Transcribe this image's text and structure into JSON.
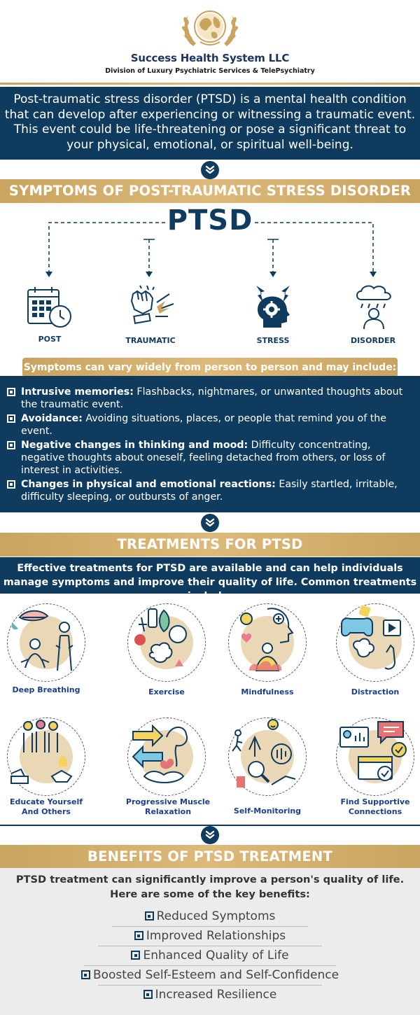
{
  "header": {
    "company": "Success Health System LLC",
    "division": "Division of Luxury Psychiatric Services & TelePsychiatry"
  },
  "intro": {
    "text": "Post-traumatic stress disorder (PTSD) is a mental health condition that can develop after experiencing or witnessing a traumatic event. This event could be life-threatening or pose a significant threat to your physical, emotional, or spiritual well-being."
  },
  "symptoms_section": {
    "title": "SYMPTOMS OF POST-TRAUMATIC STRESS DISORDER",
    "center_word": "PTSD",
    "letters": [
      {
        "label": "POST",
        "icon": "calendar-clock-icon"
      },
      {
        "label": "TRAUMATIC",
        "icon": "fist-impact-icon"
      },
      {
        "label": "STRESS",
        "icon": "head-gear-lightning-icon"
      },
      {
        "label": "DISORDER",
        "icon": "person-raincloud-icon"
      }
    ],
    "subtitle": "Symptoms can vary widely from person to person and may include:",
    "items": [
      {
        "title": "Intrusive memories:",
        "text": " Flashbacks, nightmares, or unwanted thoughts about the traumatic event."
      },
      {
        "title": "Avoidance:",
        "text": " Avoiding situations, places, or people that remind you of the event."
      },
      {
        "title": "Negative changes in thinking and mood:",
        "text": " Difficulty concentrating, negative thoughts about oneself, feeling detached from others, or loss of interest in activities."
      },
      {
        "title": "Changes in physical and emotional reactions:",
        "text": " Easily startled, irritable, difficulty sleeping, or outbursts of anger."
      }
    ]
  },
  "treatments_section": {
    "title": "TREATMENTS FOR PTSD",
    "intro": "Effective treatments for PTSD are available and can help individuals manage symptoms and improve their quality of life. Common treatments include:",
    "items": [
      {
        "label": "Deep Breathing",
        "icon": "deep-breathing-icon"
      },
      {
        "label": "Exercise",
        "icon": "exercise-icon"
      },
      {
        "label": "Mindfulness",
        "icon": "mindfulness-icon"
      },
      {
        "label": "Distraction",
        "icon": "distraction-icon"
      },
      {
        "label": "Educate Yourself\nAnd Others",
        "icon": "educate-icon"
      },
      {
        "label": "Progressive Muscle\nRelaxation",
        "icon": "muscle-relaxation-icon"
      },
      {
        "label": "Self-Monitoring",
        "icon": "self-monitoring-icon"
      },
      {
        "label": "Find Supportive\nConnections",
        "icon": "supportive-connections-icon"
      }
    ]
  },
  "benefits_section": {
    "title": "BENEFITS OF PTSD TREATMENT",
    "intro_line1": "PTSD treatment can significantly improve a person's quality of life.",
    "intro_line2": "Here are some of the key benefits:",
    "items": [
      "Reduced Symptoms",
      "Improved Relationships",
      "Enhanced Quality of Life",
      "Boosted Self-Esteem and Self-Confidence",
      "Increased Resilience"
    ]
  },
  "colors": {
    "navy": "#0f3b5f",
    "gold": "#c9a45f",
    "beige": "#ead7b5",
    "label_blue": "#1c3f8a"
  }
}
